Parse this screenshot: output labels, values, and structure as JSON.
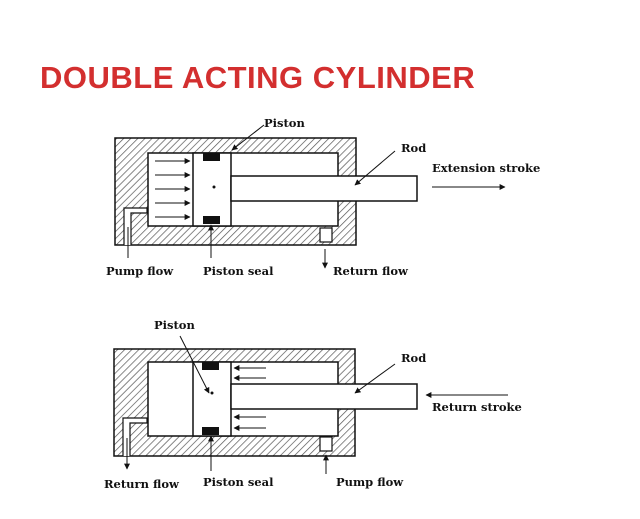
{
  "title": "DOUBLE ACTING CYLINDER",
  "colors": {
    "title": "#d32f2f",
    "ink": "#111111",
    "hatch": "#555555"
  },
  "extension": {
    "piston": "Piston",
    "rod": "Rod",
    "stroke": "Extension stroke",
    "inlet": "Pump flow",
    "seal": "Piston seal",
    "outlet": "Return flow"
  },
  "retraction": {
    "piston": "Piston",
    "rod": "Rod",
    "stroke": "Return stroke",
    "outlet": "Return flow",
    "seal": "Piston seal",
    "inlet": "Pump flow"
  }
}
